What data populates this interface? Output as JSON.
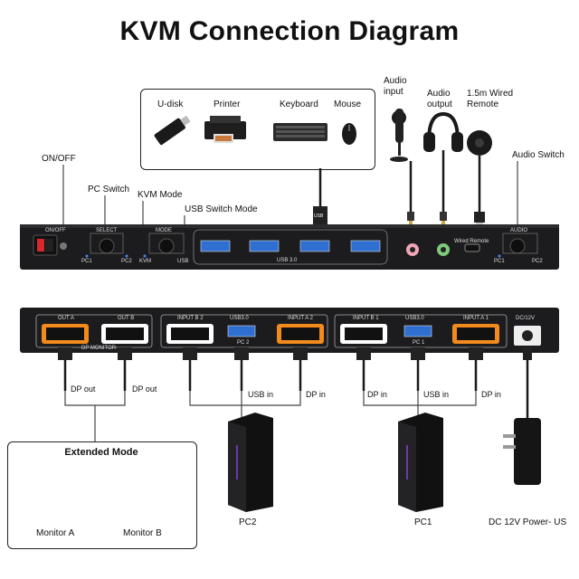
{
  "title": "KVM Connection Diagram",
  "peripherals": {
    "udisk": "U-disk",
    "printer": "Printer",
    "keyboard": "Keyboard",
    "mouse": "Mouse",
    "audio_input": "Audio\ninput",
    "audio_output": "Audio\noutput",
    "wired_remote": "1.5m Wired\nRemote"
  },
  "callouts": {
    "on_off": "ON/OFF",
    "pc_switch": "PC Switch",
    "kvm_mode": "KVM Mode",
    "usb_switch_mode": "USB Switch Mode",
    "audio_switch": "Audio Switch"
  },
  "front_panel": {
    "on_off": "ON/OFF",
    "select": "SELECT",
    "pc1": "PC1",
    "pc2": "PC2",
    "mode": "MODE",
    "kvm": "KVM",
    "usb": "USB",
    "usb30": "USB 3.0",
    "wired_remote": "Wired Remote",
    "audio": "AUDIO",
    "audio_pc1": "PC1",
    "audio_pc2": "PC2",
    "usb_stick_label": "USB"
  },
  "back_panel": {
    "out_a": "OUT A",
    "out_b": "OUT B",
    "dp_monitor": "DP MONITOR",
    "input_b2": "INPUT B 2",
    "usb30_2": "USB3.0",
    "input_a2": "INPUT A 2",
    "pc2": "PC 2",
    "input_b1": "INPUT B 1",
    "usb30_1": "USB3.0",
    "input_a1": "INPUT A 1",
    "pc1": "PC 1",
    "dc": "DC/12V"
  },
  "cables": {
    "dp_out_1": "DP out",
    "dp_out_2": "DP out",
    "usb_in_2": "USB in",
    "dp_in_2": "DP in",
    "dp_in_1a": "DP in",
    "usb_in_1": "USB in",
    "dp_in_1b": "DP in"
  },
  "extended": {
    "title": "Extended Mode",
    "monitor_a": "Monitor A",
    "monitor_b": "Monitor B"
  },
  "devices": {
    "pc2": "PC2",
    "pc1": "PC1",
    "power": "DC 12V Power-  US"
  },
  "colors": {
    "device_body": "#1c1c1e",
    "usb_blue": "#2f6fd1",
    "dp_orange": "#f28a1c",
    "led_blue": "#3a8cff"
  }
}
